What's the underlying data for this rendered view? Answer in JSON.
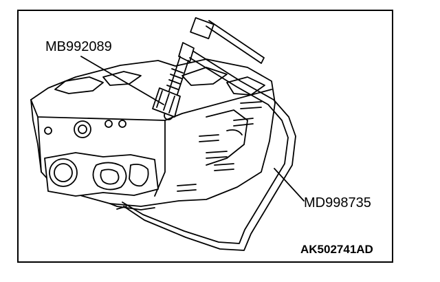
{
  "figure": {
    "tool_labels": [
      "MB992089",
      "MD998735"
    ],
    "figure_id": "AK502741AD"
  },
  "colors": {
    "line": "#000000",
    "background": "#ffffff"
  }
}
